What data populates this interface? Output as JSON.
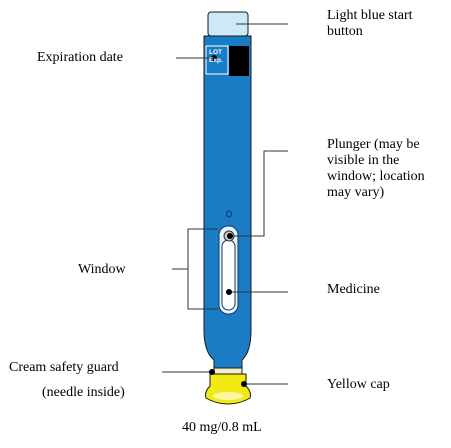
{
  "labels": {
    "start_button": "Light blue start\nbutton",
    "expiration": "Expiration date",
    "plunger": "Plunger (may be\nvisible in the\nwindow; location\nmay vary)",
    "window": "Window",
    "medicine": "Medicine",
    "safety_guard_1": "Cream safety guard",
    "safety_guard_2": "(needle inside)",
    "yellow_cap": "Yellow cap",
    "dose": "40 mg/0.8 mL"
  },
  "pen": {
    "lot_text": "LOT",
    "exp_text": "Exp."
  },
  "colors": {
    "body": "#1b7cc6",
    "start_button": "#cde8f7",
    "cap": "#f2ea13",
    "guard": "#f3eec9",
    "window": "#ffffff"
  }
}
